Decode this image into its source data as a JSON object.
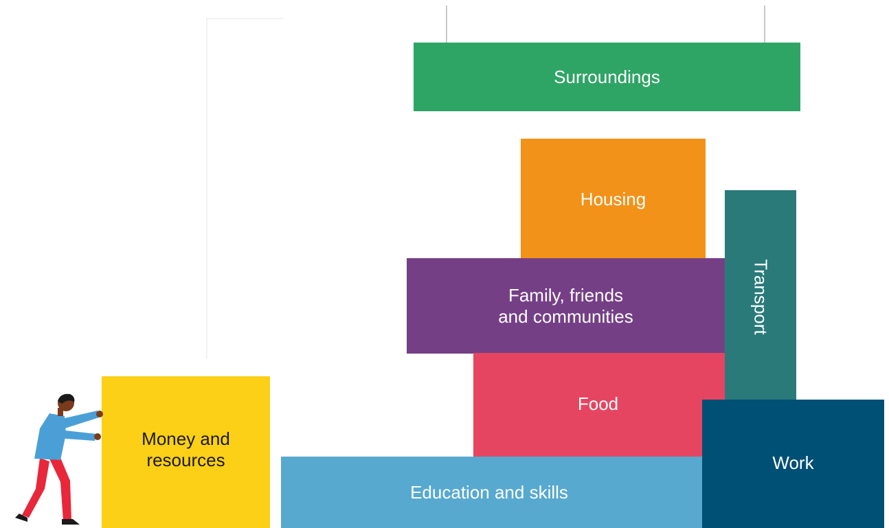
{
  "blocks": {
    "surroundings": {
      "label": "Surroundings",
      "color": "#2ea565",
      "text_color": "#ffffff"
    },
    "housing": {
      "label": "Housing",
      "color": "#f29218",
      "text_color": "#ffffff"
    },
    "transport": {
      "label": "Transport",
      "color": "#2a7a7a",
      "text_color": "#ffffff"
    },
    "family": {
      "label": "Family, friends\nand communities",
      "color": "#753f86",
      "text_color": "#ffffff"
    },
    "food": {
      "label": "Food",
      "color": "#e64561",
      "text_color": "#ffffff"
    },
    "work": {
      "label": "Work",
      "color": "#004f74",
      "text_color": "#ffffff"
    },
    "education": {
      "label": "Education and skills",
      "color": "#57a9cf",
      "text_color": "#ffffff"
    },
    "money": {
      "label": "Money and\nresources",
      "color": "#fbd016",
      "text_color": "#1a1a1a"
    }
  },
  "person": {
    "icon": "person-pushing-icon",
    "colors": {
      "skin": "#7a3b1c",
      "hair": "#1a1a1a",
      "shirt": "#4aa0d6",
      "trousers": "#e8273a",
      "shoes": "#1a1a1a"
    }
  }
}
